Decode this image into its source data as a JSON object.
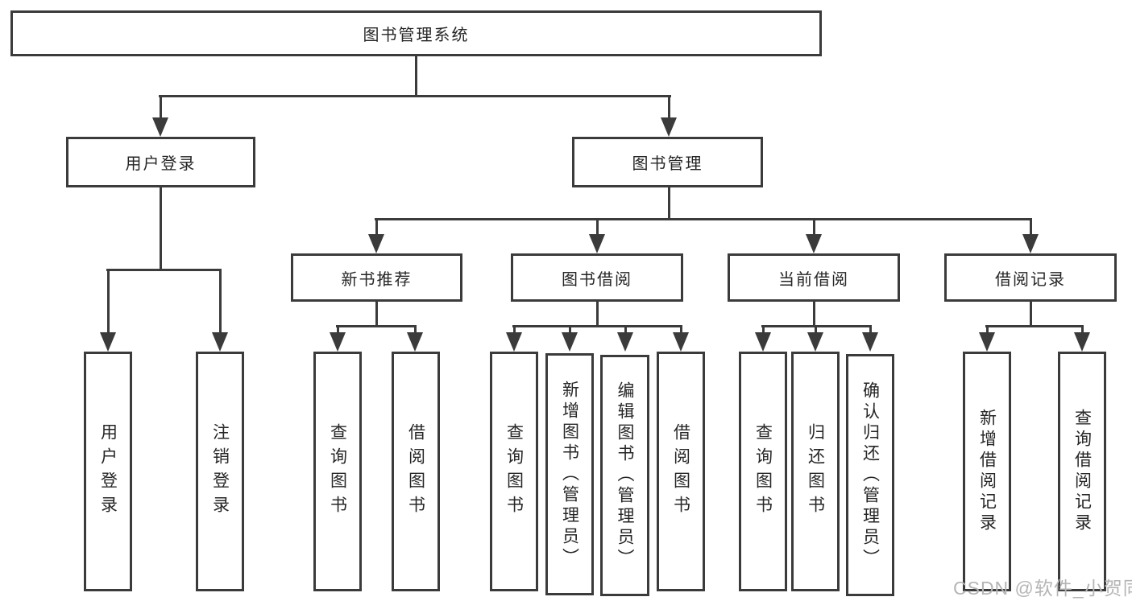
{
  "colors": {
    "line": "#3b3b3b",
    "text": "#262626",
    "watermark": "#b5b5b5",
    "background": "#ffffff"
  },
  "watermark": {
    "text": "CSDN @软件_小贺同学"
  },
  "tree": {
    "label": "图书管理系统",
    "children": [
      {
        "label": "用户登录",
        "children": [
          {
            "label": "用户登录"
          },
          {
            "label": "注销登录"
          }
        ]
      },
      {
        "label": "图书管理",
        "children": [
          {
            "label": "新书推荐",
            "children": [
              {
                "label": "查询图书"
              },
              {
                "label": "借阅图书"
              }
            ]
          },
          {
            "label": "图书借阅",
            "children": [
              {
                "label": "查询图书"
              },
              {
                "label": "新增图书（管理员）"
              },
              {
                "label": "编辑图书（管理员）"
              },
              {
                "label": "借阅图书"
              }
            ]
          },
          {
            "label": "当前借阅",
            "children": [
              {
                "label": "查询图书"
              },
              {
                "label": "归还图书"
              },
              {
                "label": "确认归还（管理员）"
              }
            ]
          },
          {
            "label": "借阅记录",
            "children": [
              {
                "label": "新增借阅记录"
              },
              {
                "label": "查询借阅记录"
              }
            ]
          }
        ]
      }
    ]
  }
}
